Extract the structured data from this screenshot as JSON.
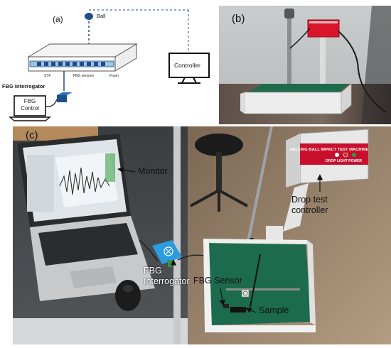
{
  "panel_a": {
    "tag": "(a)",
    "ball_label": "Ball",
    "stf_label": "STF",
    "fbg_sensors_label": "FBG sensors",
    "foam_label": "Foam",
    "controller_label": "Controller",
    "fbg_interrogator_label": "FBG Interrogator",
    "fbg_control_label": "FBG\nControl"
  },
  "panel_b": {
    "tag": "(b)"
  },
  "panel_c": {
    "tag": "(c)",
    "monitor_label": "Monitor",
    "drop_test_label": "Drop test\ncontroller",
    "fbg_interrogator_label": "FBG\nInterrogator",
    "fbg_sensor_label": "FBG Sensor",
    "sample_label": "Sample",
    "machine_title": "FALLING BALL IMPACT TEST MACHINE",
    "machine_buttons": "DROP LIGHT POWER"
  },
  "colors": {
    "teal": "#0f6b52",
    "red_panel": "#c8102e",
    "blue_box": "#2c9be0",
    "floor": "#a08a72"
  }
}
